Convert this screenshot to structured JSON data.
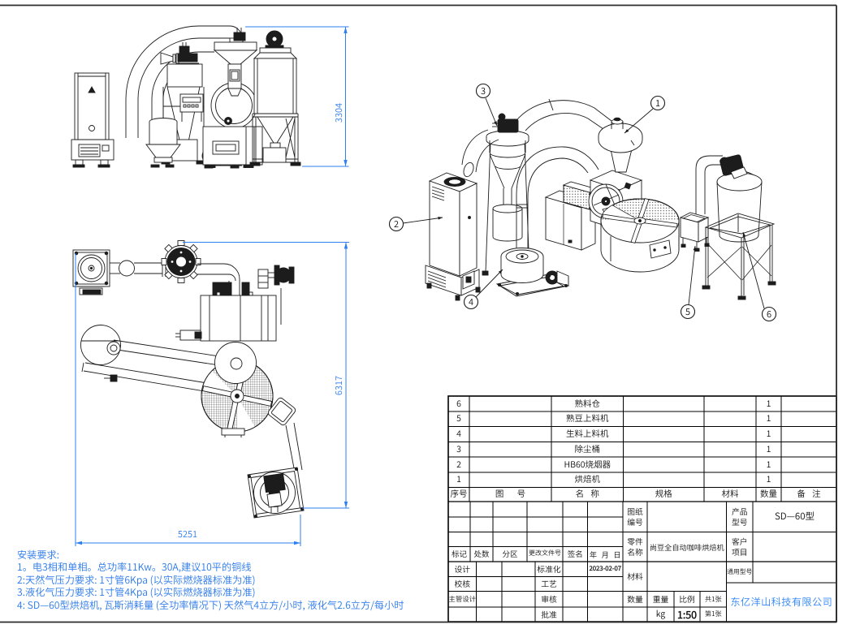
{
  "sheet": {
    "frame_color": "#2b2b2b",
    "line_color": "#1c1c1c",
    "accent_blue": "#2e7ff0"
  },
  "views": {
    "front_view_dim": "3304",
    "plan_view_dim_height": "6317",
    "plan_view_dim_width": "5251",
    "balloons": [
      "1",
      "2",
      "3",
      "4",
      "5",
      "6"
    ]
  },
  "notes": {
    "title": "安装要求:",
    "lines": [
      "1。电3相和单相。总功率11Kw。30A,建议10平的铜线",
      "2:天然气压力要求: 1寸管6Kpa (以实际燃烧器标准为准)",
      "3.液化气压力要求: 1寸管4Kpa (以实际燃烧器标准为准)",
      "4: SD—60型烘焙机, 瓦斯消耗量 (全功率情况下) 天然气4立方/小时, 液化气2.6立方/每小时"
    ]
  },
  "bom": {
    "headers": {
      "no": "序号",
      "fig_no": "图 号",
      "name": "名 称",
      "spec": "规格",
      "material": "材料",
      "qty": "数量",
      "remark": "备 注"
    },
    "rows": [
      {
        "no": "6",
        "fig_no": "",
        "name": "熟料仓",
        "spec": "",
        "material": "",
        "qty": "1",
        "remark": ""
      },
      {
        "no": "5",
        "fig_no": "",
        "name": "熟豆上料机",
        "spec": "",
        "material": "",
        "qty": "1",
        "remark": ""
      },
      {
        "no": "4",
        "fig_no": "",
        "name": "生料上料机",
        "spec": "",
        "material": "",
        "qty": "1",
        "remark": ""
      },
      {
        "no": "3",
        "fig_no": "",
        "name": "除尘桶",
        "spec": "",
        "material": "",
        "qty": "1",
        "remark": ""
      },
      {
        "no": "2",
        "fig_no": "",
        "name": "HB60烧烟器",
        "spec": "",
        "material": "",
        "qty": "1",
        "remark": ""
      },
      {
        "no": "1",
        "fig_no": "",
        "name": "烘焙机",
        "spec": "",
        "material": "",
        "qty": "1",
        "remark": ""
      }
    ]
  },
  "title_block": {
    "drawing_no_label": "图纸编号",
    "product_model_label": "产品型号",
    "product_model": "SD—60型",
    "part_name_label": "零件名称",
    "part_name": "尚豆全自动咖啡烘焙机",
    "customer_label": "客户项目",
    "rev": {
      "mark": "标记",
      "count": "处数",
      "zone": "分区",
      "doc_no": "更改文件号",
      "sign": "签名",
      "date": "年 月 日"
    },
    "design_label": "设计",
    "standardize_label": "标准化",
    "design_date": "2023-02-07",
    "check_label": "校核",
    "process_label": "工艺",
    "chief_design_label": "主管设计",
    "review_label": "审核",
    "approve_label": "批准",
    "material_label": "材料",
    "generic_model_label": "通用型号",
    "quantity_label": "数量",
    "weight_label": "重量",
    "scale_label": "比例",
    "weight_unit": "kg",
    "scale_value": "1:50",
    "sheets_total": "共1张",
    "sheet_number": "第1张",
    "company": "东亿洋山科技有限公司"
  }
}
